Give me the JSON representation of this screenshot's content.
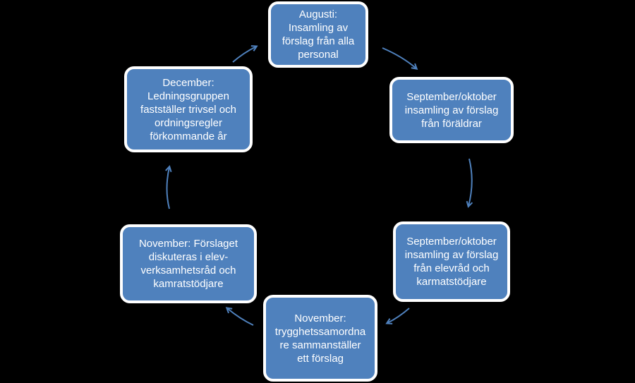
{
  "colors": {
    "background": "#000000",
    "node_fill": "#4f81bd",
    "node_border": "#ffffff",
    "arrow": "#4f81bd"
  },
  "cycle": {
    "steps": [
      {
        "text": "Augusti:\nInsamling av\nförslag från alla\npersonal"
      },
      {
        "text": "September/oktober\ninsamling av förslag\nfrån föräldrar"
      },
      {
        "text": "September/oktober\ninsamling av förslag\nfrån elevråd och\nkarmatstödjare"
      },
      {
        "text": "November:\ntrygghetssamordna\nre sammanställer\nett förslag"
      },
      {
        "text": "November: Förslaget\ndiskuteras i elev-\nverksamhetsråd och\nkamratstödjare"
      },
      {
        "text": "December:\nLedningsgruppen\nfastställer trivsel och\nordningsregler\nförkommande år"
      }
    ]
  }
}
